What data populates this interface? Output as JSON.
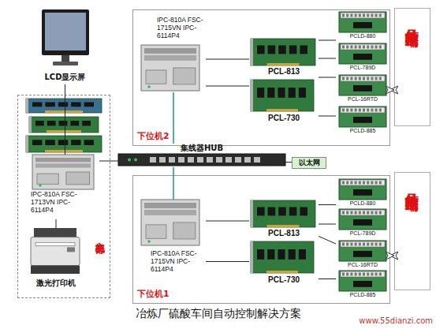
{
  "diagram": {
    "caption": "冶炼厂硫酸车间自动控制解决方案",
    "nodes": [
      {
        "text": [
          "主机部分"
        ]
      },
      {
        "text": [
          "LCD显示屏"
        ]
      },
      {
        "text": [
          "IPC-810A FSC-1713VN IPC-6114P4"
        ],
        "in": 0
      },
      {
        "text": [
          "激光打印机"
        ],
        "in": 0
      },
      {
        "text": [
          "下位机2"
        ]
      },
      {
        "text": [
          "IPC-810A FSC-1715VN IPC-6114P4"
        ],
        "in": 4
      },
      {
        "text": [
          "PCL-813"
        ],
        "in": 4
      },
      {
        "text": [
          "PCL-730"
        ],
        "in": 4
      },
      {
        "text": [
          "PCLD-880"
        ],
        "in": 4
      },
      {
        "text": [
          "PCL-789D"
        ],
        "in": 4
      },
      {
        "text": [
          "PCL-16RTD"
        ],
        "in": 4
      },
      {
        "text": [
          "PCLD-885"
        ],
        "in": 4
      },
      {
        "text": [
          "信号输入输出端"
        ]
      },
      {
        "text": [
          "集线器HUB"
        ]
      },
      {
        "text": [
          "以太网"
        ]
      },
      {
        "text": [
          "下位机1"
        ]
      },
      {
        "text": [
          "IPC-810A FSC-1715VN IPC-6114P4"
        ],
        "in": 15
      },
      {
        "text": [
          "PCL-813"
        ],
        "in": 15
      },
      {
        "text": [
          "PCL-730"
        ],
        "in": 15
      },
      {
        "text": [
          "PCLD-880"
        ],
        "in": 15
      },
      {
        "text": [
          "PCL-789D"
        ],
        "in": 15
      },
      {
        "text": [
          "PCL-16RTD"
        ],
        "in": 15
      },
      {
        "text": [
          "PCLD-885"
        ],
        "in": 15
      },
      {
        "text": [
          "信号输入输出端"
        ]
      }
    ],
    "edges": [
      {
        "from": 1,
        "to": 2,
        "arrow": "none"
      },
      {
        "from": 2,
        "to": 3,
        "arrow": "none"
      },
      {
        "from": 2,
        "to": 13,
        "arrow": "none"
      },
      {
        "from": 13,
        "to": 5,
        "arrow": "none"
      },
      {
        "from": 13,
        "to": 16,
        "arrow": "none"
      },
      {
        "from": 13,
        "to": 14,
        "arrow": "none"
      },
      {
        "from": 5,
        "to": 6,
        "arrow": "none"
      },
      {
        "from": 5,
        "to": 7,
        "arrow": "none"
      },
      {
        "from": 6,
        "to": 8,
        "arrow": "none"
      },
      {
        "from": 6,
        "to": 9,
        "arrow": "none"
      },
      {
        "from": 6,
        "to": 10,
        "arrow": "none"
      },
      {
        "from": 7,
        "to": 11,
        "arrow": "none"
      },
      {
        "from": 10,
        "to": 12,
        "arrow": "both"
      },
      {
        "from": 16,
        "to": 17,
        "arrow": "none"
      },
      {
        "from": 16,
        "to": 18,
        "arrow": "none"
      },
      {
        "from": 17,
        "to": 19,
        "arrow": "none"
      },
      {
        "from": 17,
        "to": 20,
        "arrow": "none"
      },
      {
        "from": 17,
        "to": 21,
        "arrow": "none"
      },
      {
        "from": 18,
        "to": 22,
        "arrow": "none"
      },
      {
        "from": 21,
        "to": 23,
        "arrow": "both"
      }
    ],
    "labels": [
      "www.55dianzi.com"
    ]
  }
}
